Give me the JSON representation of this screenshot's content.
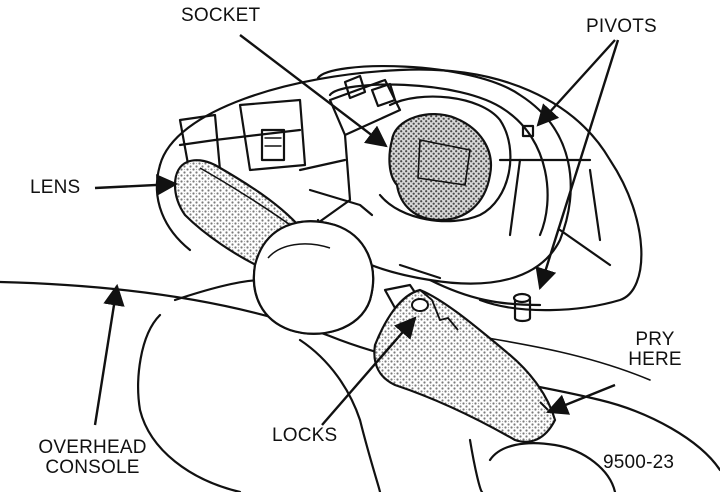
{
  "labels": {
    "socket": "SOCKET",
    "pivots": "PIVOTS",
    "lens": "LENS",
    "pry_line1": "PRY",
    "pry_line2": "HERE",
    "locks": "LOCKS",
    "console_line1": "OVERHEAD",
    "console_line2": "CONSOLE",
    "figure_id": "9500-23"
  },
  "colors": {
    "ink": "#111111",
    "stipple": "#9a9a9a",
    "paper": "#ffffff"
  }
}
